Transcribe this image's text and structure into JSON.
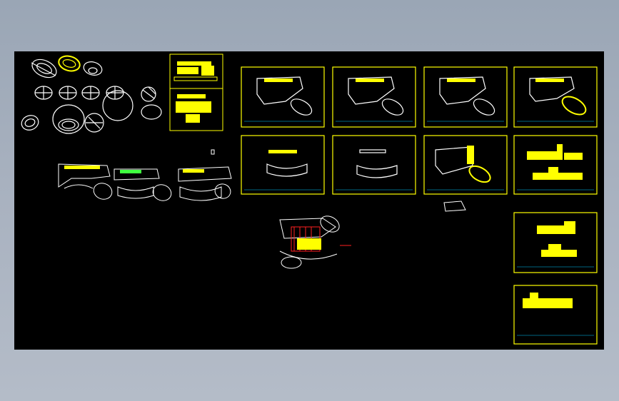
{
  "window": {
    "title": ""
  },
  "colors": {
    "background": "#000000",
    "frame_top": "#9aa6b5",
    "frame_bottom": "#b4bcc8",
    "sheet_border": "#ffff00",
    "drawing_white": "#ffffff",
    "accent_red": "#ff2020",
    "accent_cyan": "#00c8ff",
    "accent_green": "#40ff40"
  },
  "icons": [
    "ellipse-sketch-icon",
    "floor-plan-icon",
    "elevation-icon",
    "sheet-border-icon"
  ],
  "sheets": {
    "count": 12,
    "types": [
      "cover-sheet",
      "floor-plan",
      "floor-plan",
      "floor-plan",
      "floor-plan",
      "floor-plan",
      "floor-plan",
      "floor-plan",
      "elevation",
      "elevation",
      "elevation"
    ]
  }
}
